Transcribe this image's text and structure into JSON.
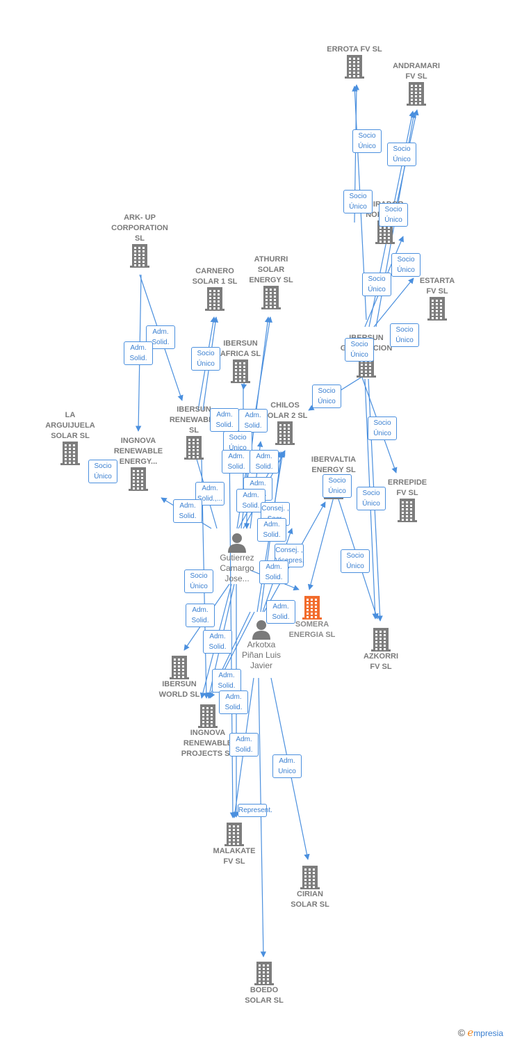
{
  "colors": {
    "edge": "#4a8fde",
    "building": "#7d7d7d",
    "main": "#f26c2c",
    "person": "#7a7a7a"
  },
  "nodes": [
    {
      "id": "errota",
      "label": "ERROTA FV  SL",
      "kind": "company"
    },
    {
      "id": "andramari",
      "label": "ANDRAMARI\nFV  SL",
      "kind": "company"
    },
    {
      "id": "mirador",
      "label": "MIRADOR\nNORTE SL",
      "kind": "company"
    },
    {
      "id": "estarta",
      "label": "ESTARTA\nFV  SL",
      "kind": "company"
    },
    {
      "id": "arkup",
      "label": "ARK- UP\nCORPORATION\nSL",
      "kind": "company"
    },
    {
      "id": "carnero",
      "label": "CARNERO\nSOLAR 1  SL",
      "kind": "company"
    },
    {
      "id": "athurri",
      "label": "ATHURRI\nSOLAR\nENERGY  SL",
      "kind": "company"
    },
    {
      "id": "ibersungen",
      "label": "IBERSUN\nGENERACION",
      "kind": "company"
    },
    {
      "id": "ibersunafrica",
      "label": "IBERSUN\nAFRICA  SL",
      "kind": "company"
    },
    {
      "id": "chilos",
      "label": "CHILOS\nSOLAR 2  SL",
      "kind": "company"
    },
    {
      "id": "arguijuela",
      "label": "LA\nARGUIJUELA\nSOLAR  SL",
      "kind": "company"
    },
    {
      "id": "ingnova1",
      "label": "INGNOVA\nRENEWABLE\nENERGY...",
      "kind": "company"
    },
    {
      "id": "ibersunren",
      "label": "IBERSUN\nRENEWABLE\nSL",
      "kind": "company"
    },
    {
      "id": "ibervaltia",
      "label": "IBERVALTIA\nENERGY  SL",
      "kind": "company"
    },
    {
      "id": "errepide",
      "label": "ERREPIDE\nFV  SL",
      "kind": "company"
    },
    {
      "id": "somera",
      "label": "SOMERA\nENERGIA  SL",
      "kind": "main"
    },
    {
      "id": "azkorri",
      "label": "AZKORRI\nFV  SL",
      "kind": "company"
    },
    {
      "id": "ibersunworld",
      "label": "IBERSUN\nWORLD  SL",
      "kind": "company"
    },
    {
      "id": "ingnova2",
      "label": "INGNOVA\nRENEWABLE\nPROJECTS  SL",
      "kind": "company"
    },
    {
      "id": "malakate",
      "label": "MALAKATE\nFV  SL",
      "kind": "company"
    },
    {
      "id": "cirian",
      "label": "CIRIAN\nSOLAR  SL",
      "kind": "company"
    },
    {
      "id": "boedo",
      "label": "BOEDO\nSOLAR  SL",
      "kind": "company"
    },
    {
      "id": "gutierrez",
      "label": "Gutierrez\nCamargo\nJose...",
      "kind": "person"
    },
    {
      "id": "arkotxa",
      "label": "Arkotxa\nPiñan Luis\nJavier",
      "kind": "person"
    }
  ],
  "relations": [
    "Socio\nÚnico",
    "Socio\nÚnico",
    "Socio\nÚnico",
    "Socio\nÚnico",
    "Socio\nÚnico",
    "Socio\nÚnico",
    "Adm.\nSolid.",
    "Adm.\nSolid.",
    "Socio\nÚnico",
    "Socio\nÚnico",
    "Socio\nÚnico",
    "Socio\nÚnico",
    "Socio\nÚnico",
    "Adm.\nSolid.",
    "Adm.\nSolid.",
    "Socio\nÚnico",
    "Socio\nÚnico",
    "Adm.\nSolid.",
    "Adm.\nSolid.",
    "Adm.\nSolid.,...",
    "Adm.\nSolid.",
    "Adm.\nSolid.",
    "Socio\nÚnico",
    "Socio\nÚnico",
    "Adm.\nSolid.",
    "Consej. ,\nSecr.",
    "Adm.\nSolid.",
    "Consej. ,\nVicepres.",
    "Socio\nÚnico",
    "Socio\nÚnico",
    "Adm.\nSolid.",
    "Adm.\nSolid.",
    "Adm.\nSolid.",
    "Adm.\nSolid.",
    "Adm.\nSolid.",
    "Adm.\nSolid.",
    "Adm.\nSolid.",
    "Adm.\nUnico",
    "Represent."
  ],
  "brand": {
    "copyright": "©",
    "e": "e",
    "rest": "mpresia"
  }
}
